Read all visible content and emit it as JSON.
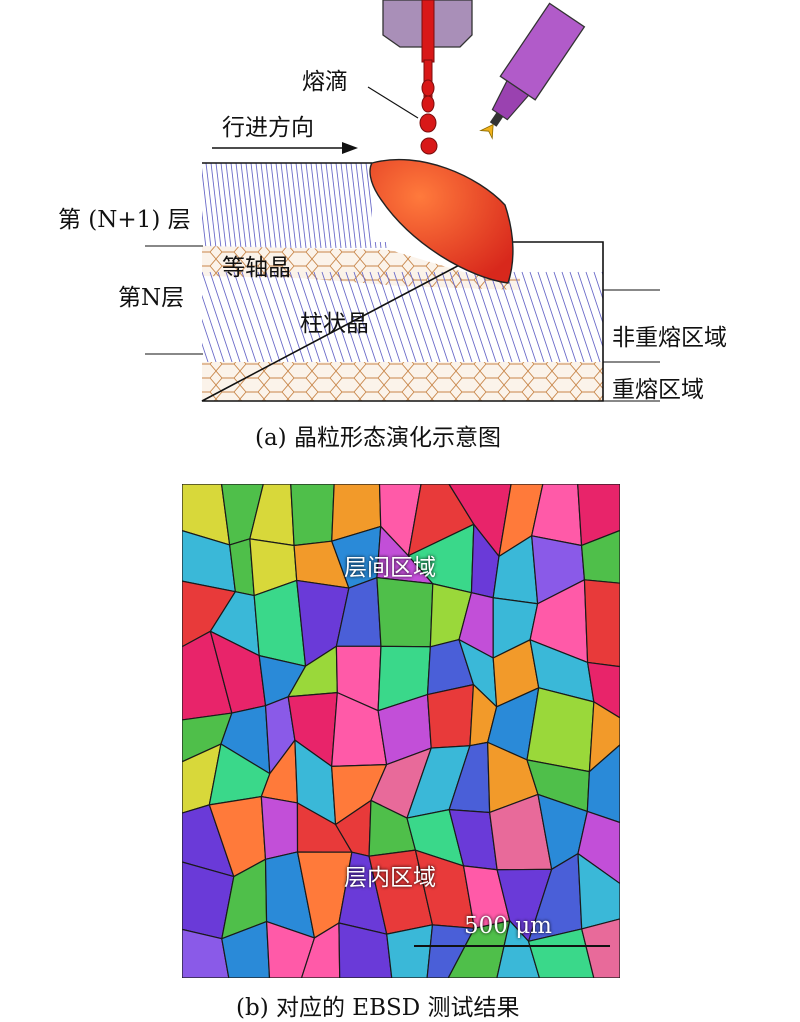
{
  "panel_a": {
    "labels": {
      "droplet": "熔滴",
      "direction": "行进方向",
      "layer_n1": "第 (N+1) 层",
      "layer_n": "第N层",
      "equiaxed": "等轴晶",
      "columnar": "柱状晶",
      "non_remelt": "非重熔区域",
      "remelt": "重熔区域"
    },
    "caption": "(a) 晶粒形态演化示意图"
  },
  "panel_b": {
    "labels": {
      "interlayer": "层间区域",
      "intralayer": "层内区域"
    },
    "scale_bar": "500 μm",
    "caption": "(b) 对应的 EBSD 测试结果"
  },
  "colors": {
    "melt_pool": "#e8402a",
    "torch": "#b15bc9",
    "nozzle": "#a98fb8",
    "droplet": "#d81818",
    "columnar_lines": "#6a6ac8",
    "equiaxed_cells": "#c8864a"
  }
}
